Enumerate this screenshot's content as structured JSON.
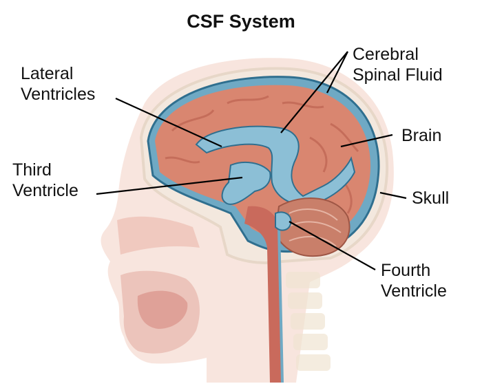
{
  "title": "CSF System",
  "labels": {
    "lateral_ventricles": [
      "Lateral",
      "Ventricles"
    ],
    "csf": [
      "Cerebral",
      "Spinal Fluid"
    ],
    "brain": "Brain",
    "third_ventricle": [
      "Third",
      "Ventricle"
    ],
    "skull": "Skull",
    "fourth_ventricle": [
      "Fourth",
      "Ventricle"
    ]
  },
  "colors": {
    "cerebrum": "#d98670",
    "cerebrum_dark": "#b85e4c",
    "csf_blue": "#6fa9c4",
    "ventricle_blue": "#8cbfd6",
    "outline_blue": "#2f6f8f",
    "skin": "#f2d3c8",
    "skull_bone": "#efe6dc",
    "cerebellum": "#c97f6a",
    "spinal_cord": "#c96a5c",
    "label_line": "#000000"
  }
}
